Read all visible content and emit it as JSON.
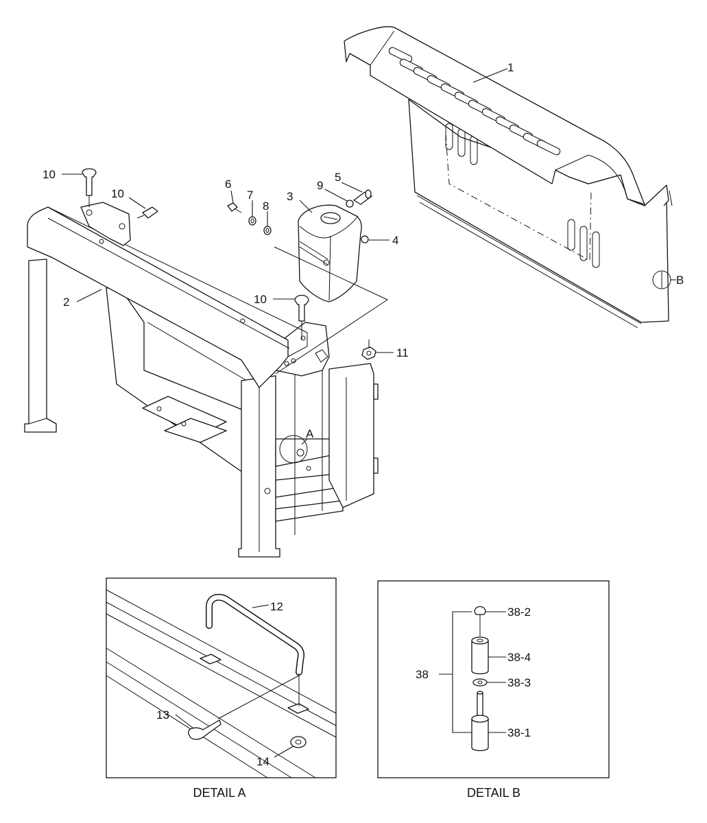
{
  "callouts": {
    "c1": "1",
    "c2": "2",
    "c3": "3",
    "c4": "4",
    "c5": "5",
    "c6": "6",
    "c7": "7",
    "c8": "8",
    "c9": "9",
    "c10a": "10",
    "c10b": "10",
    "c10c": "10",
    "c11": "11",
    "ref_a": "A",
    "ref_b": "B",
    "c12": "12",
    "c13": "13",
    "c14": "14",
    "c38": "38",
    "c38_1": "38-1",
    "c38_2": "38-2",
    "c38_3": "38-3",
    "c38_4": "38-4"
  },
  "captions": {
    "detail_a": "DETAIL A",
    "detail_b": "DETAIL B"
  }
}
